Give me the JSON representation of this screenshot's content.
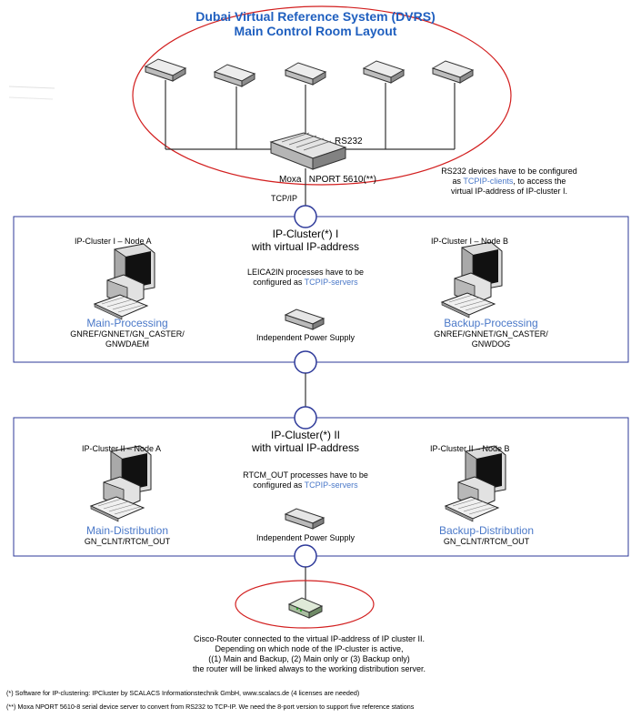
{
  "title": {
    "line1": "Dubai Virtual Reference System (DVRS)",
    "line2": "Main Control Room Layout"
  },
  "top": {
    "rs232_label": "RS232",
    "moxa_label": "Moxa   NPORT 5610(**)",
    "tcpip_label": "TCP/IP",
    "note_line1": "RS232 devices have to be configured",
    "note_line2_prefix": "as ",
    "note_line2_link": "TCPIP-clients",
    "note_line2_suffix": ", to access the",
    "note_line3": "virtual IP-address of IP-cluster I."
  },
  "cluster1": {
    "title_line1": "IP-Cluster(*) I",
    "title_line2": "with virtual IP-address",
    "node_a": "IP-Cluster I – Node A",
    "node_b": "IP-Cluster I – Node B",
    "note_line1": "LEICA2IN processes have to be",
    "note_line2_prefix": "configured as ",
    "note_line2_link": "TCPIP-servers",
    "power": "Independent Power Supply",
    "main_label": "Main-Processing",
    "main_sub1": "GNREF/GNNET/GN_CASTER/",
    "main_sub2": "GNWDAEM",
    "backup_label": "Backup-Processing",
    "backup_sub1": "GNREF/GNNET/GN_CASTER/",
    "backup_sub2": "GNWDOG"
  },
  "cluster2": {
    "title_line1": "IP-Cluster(*) II",
    "title_line2": "with virtual IP-address",
    "node_a": "IP-Cluster II – Node A",
    "node_b": "IP-Cluster II – Node B",
    "note_line1": "RTCM_OUT processes have to be",
    "note_line2_prefix": "configured as ",
    "note_line2_link": "TCPIP-servers",
    "power": "Independent Power Supply",
    "main_label": "Main-Distribution",
    "main_sub1": "GN_CLNT/RTCM_OUT",
    "backup_label": "Backup-Distribution",
    "backup_sub1": "GN_CLNT/RTCM_OUT"
  },
  "router": {
    "line1": "Cisco-Router connected to the virtual IP-address of IP cluster II.",
    "line2": "Depending on which node of the IP-cluster is active,",
    "line3": "((1) Main and Backup, (2) Main only or (3) Backup only)",
    "line4": "the router will be linked always to the working distribution server."
  },
  "footnotes": {
    "f1": "(*) Software for IP-clustering: IPCluster by SCALACS Informationstechnik GmbH, www.scalacs.de (4 licenses are needed)",
    "f2": "(**) Moxa NPORT 5610-8 serial device server to convert from RS232 to TCP-IP. We need the 8-port version to support five reference stations"
  },
  "colors": {
    "title_blue": "#1f5fbf",
    "link_blue": "#4a78c8",
    "cluster_border": "#2e3a9a",
    "ellipse_red": "#d21f1f",
    "circle_blue": "#2e3a9a"
  }
}
